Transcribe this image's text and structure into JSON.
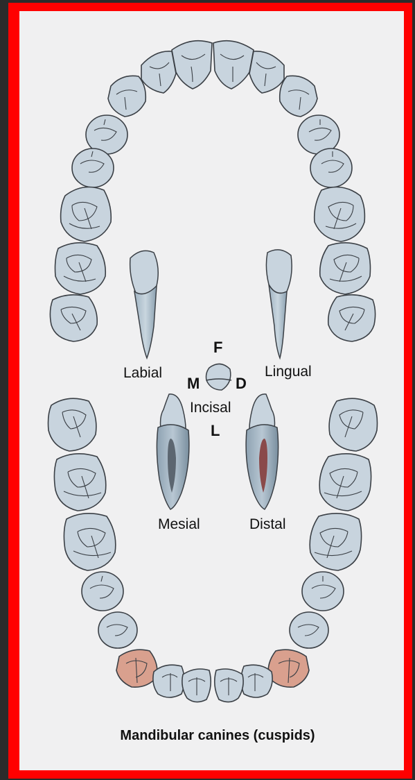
{
  "figure": {
    "caption": "Mandibular canines (cuspids)",
    "labels": {
      "labial": "Labial",
      "lingual": "Lingual",
      "mesial": "Mesial",
      "distal": "Distal",
      "incisal": "Incisal",
      "facial_abbr": "F",
      "mesial_abbr": "M",
      "distal_abbr": "D",
      "lingual_abbr": "L"
    },
    "colors": {
      "frame": "#ff0000",
      "background": "#f0f0f1",
      "tooth": "#c8d4de",
      "highlight_tooth": "#d9a08e",
      "outline": "#3a3f45"
    },
    "highlighted_teeth": [
      "mandibular-right-canine",
      "mandibular-left-canine"
    ]
  }
}
